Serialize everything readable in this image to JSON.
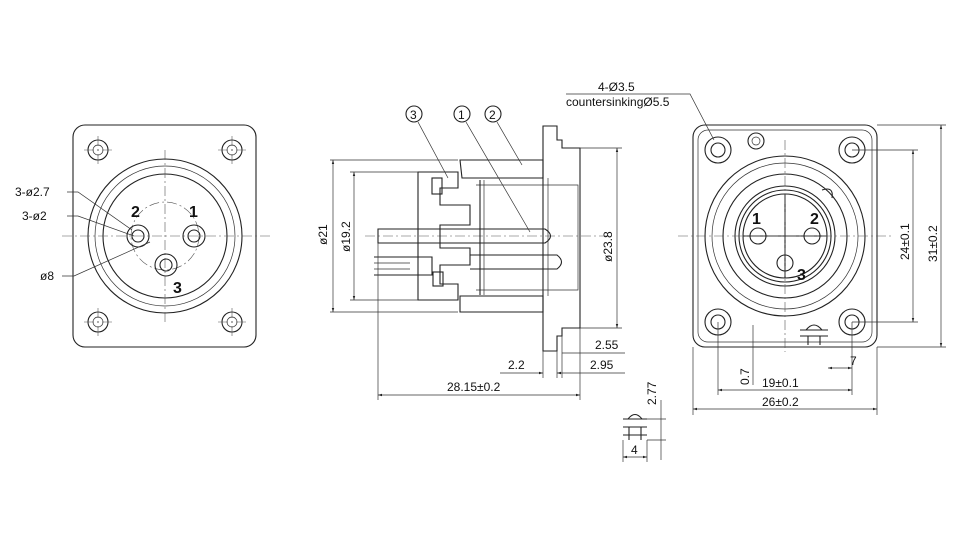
{
  "front_view": {
    "hole_dia_27": "3-ø2.7",
    "hole_dia_2": "3-ø2",
    "ring_dia": "ø8",
    "pin_labels": [
      "2",
      "1",
      "3"
    ]
  },
  "section_view": {
    "callouts": [
      "3",
      "1",
      "2"
    ],
    "dim_outer": "ø21",
    "dim_inner": "ø19.2",
    "dim_flange": "ø23.8",
    "dim_a": "2.55",
    "dim_b": "2.2",
    "dim_c": "2.95",
    "dim_length": "28.15±0.2"
  },
  "back_view": {
    "note_holes": "4-Ø3.5",
    "note_countersink": "countersinkingØ5.5",
    "contact_labels": [
      "1",
      "2",
      "3"
    ],
    "dim_spacing_v": "24±0.1",
    "dim_height": "31±0.2",
    "dim_offset": "0.7",
    "dim_right": "7",
    "dim_spacing_h": "19±0.1",
    "dim_width": "26±0.2"
  },
  "logo_detail": {
    "dim_height": "2.77",
    "dim_width": "4"
  }
}
